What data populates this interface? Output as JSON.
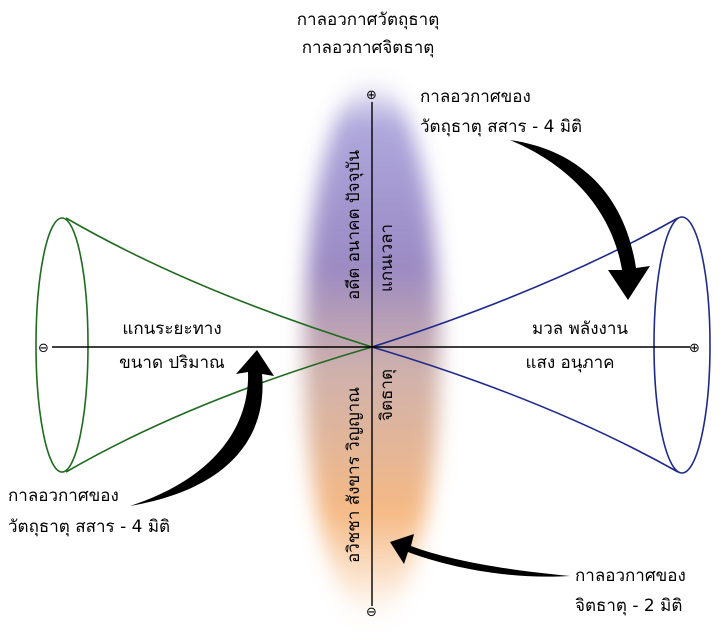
{
  "title": {
    "line1": "กาลอวกาศวัตถุธาตุ",
    "line2": "กาลอวกาศจิตธาตุ"
  },
  "axes": {
    "horizontal_left_line1": "แกนระยะทาง",
    "horizontal_left_line2": "ขนาด ปริมาณ",
    "horizontal_right_line1": "มวล พลังงาน",
    "horizontal_right_line2": "แสง อนุภาค",
    "time_axis": "แกนเวลา",
    "time_values": "อดีต  อนาคต  ปัจจุบัน",
    "mind_axis": "จิตธาตุ",
    "mind_values": "อวิชชา สังขาร วิญญาณ",
    "plus_symbol": "⊕",
    "minus_symbol": "⊖"
  },
  "callouts": {
    "top_right_line1": "กาลอวกาศของ",
    "top_right_line2": "วัตถุธาตุ สสาร - 4 มิติ",
    "bottom_left_line1": "กาลอวกาศของ",
    "bottom_left_line2": "วัตถุธาตุ สสาร - 4 มิติ",
    "bottom_right_line1": "กาลอวกาศของ",
    "bottom_right_line2": "จิตธาตุ - 2 มิติ"
  },
  "colors": {
    "left_cone": "#1f6b1f",
    "right_cone": "#1e2a8a",
    "glow_top": "#7a6cc4",
    "glow_bottom": "#f0a868",
    "axis": "#000000"
  }
}
